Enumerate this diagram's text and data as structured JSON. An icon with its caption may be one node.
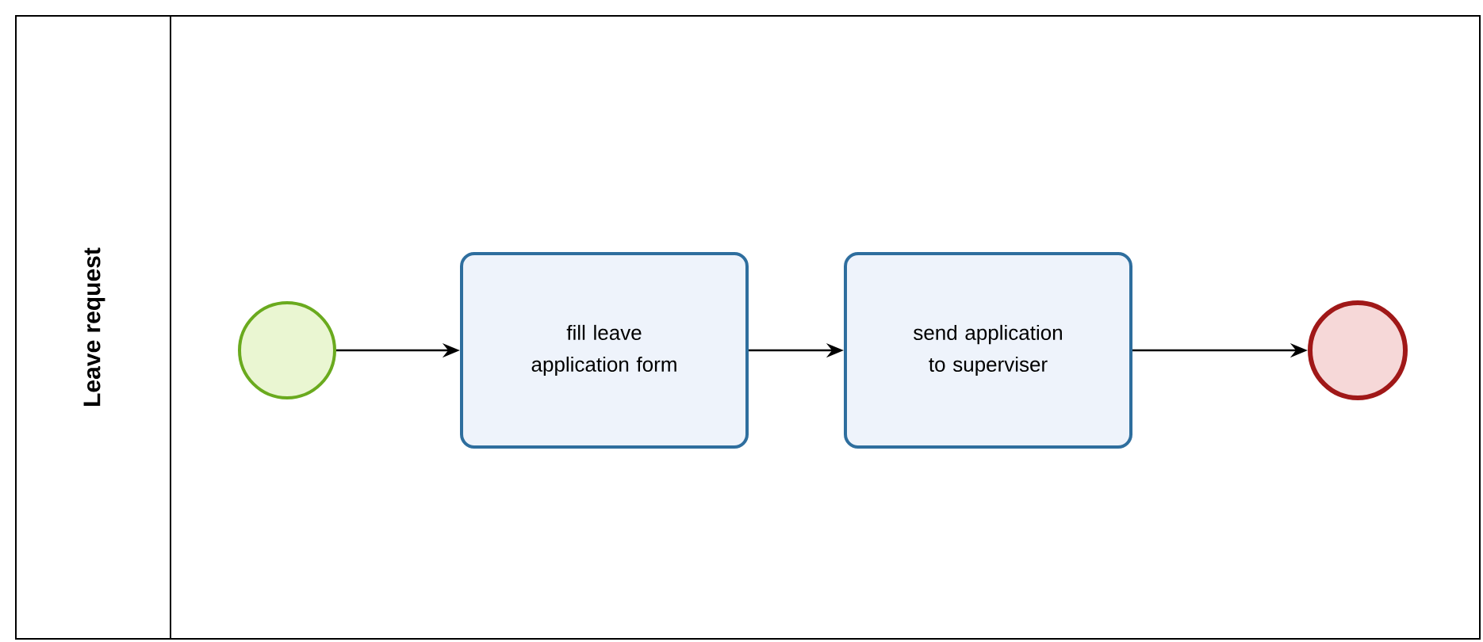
{
  "diagram": {
    "nodes": [
      {
        "text": [
          "Leave request"
        ]
      },
      {
        "text": [],
        "shape": "circle",
        "in": 0
      },
      {
        "text": [
          "fill leave application form"
        ],
        "in": 0
      },
      {
        "text": [
          "send application to superviser"
        ],
        "in": 0
      },
      {
        "text": [],
        "shape": "circle",
        "in": 0
      }
    ],
    "edges": [
      {
        "from": 1,
        "to": 2,
        "arrow": "to"
      },
      {
        "from": 2,
        "to": 3,
        "arrow": "to"
      },
      {
        "from": 3,
        "to": 4,
        "arrow": "to"
      }
    ]
  }
}
